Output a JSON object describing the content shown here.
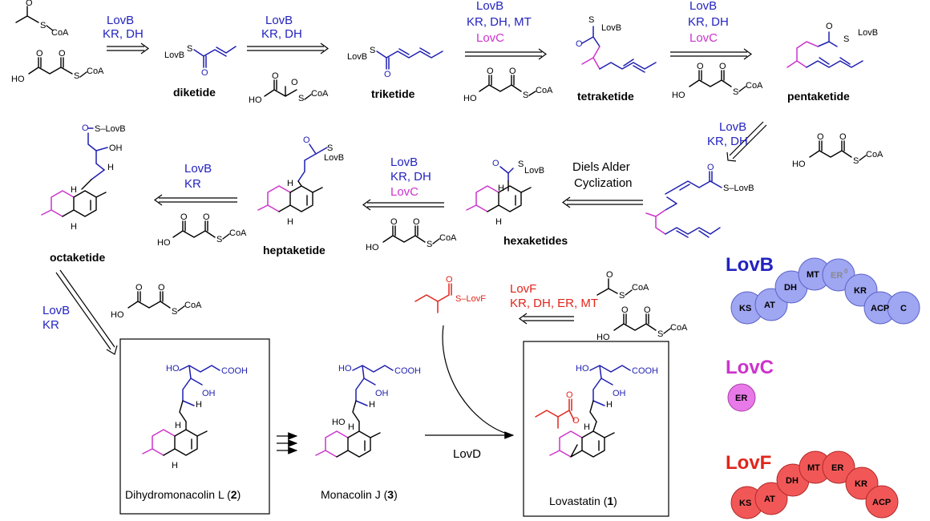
{
  "colors": {
    "lovb": "#2323c0",
    "lovc": "#cc33cc",
    "lovf": "#e0251b",
    "lovb_domain": "#9fa6f2",
    "lovc_domain": "#e879e8",
    "lovf_domain": "#f25757"
  },
  "atoms": {
    "coa": "CoA",
    "s": "S",
    "ho": "HO",
    "o": "O",
    "oh": "OH",
    "h": "H",
    "lovb_tail": "LovB",
    "s_lovb": "S–LovB",
    "lovb_s": "LovB",
    "s_lovf": "S–LovF",
    "cooh": "COOH"
  },
  "intermediates": {
    "diketide": "diketide",
    "triketide": "triketide",
    "tetraketide": "tetraketide",
    "pentaketide": "pentaketide",
    "hexaketides": "hexaketides",
    "heptaketide": "heptaketide",
    "octaketide": "octaketide"
  },
  "steps": {
    "s1": [
      "LovB",
      "KR, DH"
    ],
    "s2": [
      "LovB",
      "KR, DH"
    ],
    "s3": [
      "LovB",
      "KR, DH, MT"
    ],
    "s3c": "LovC",
    "s4": [
      "LovB",
      "KR, DH"
    ],
    "s4c": "LovC",
    "s5": [
      "LovB",
      "KR, DH"
    ],
    "diels_alder": [
      "Diels Alder",
      "Cyclization"
    ],
    "s7": [
      "LovB",
      "KR, DH"
    ],
    "s7c": "LovC",
    "s8": [
      "LovB",
      "KR"
    ],
    "s9": [
      "LovB",
      "KR"
    ],
    "lovf": [
      "LovF",
      "KR, DH, ER, MT"
    ],
    "lovd": "LovD"
  },
  "compounds": {
    "c2_name": "Dihydromonacolin L (",
    "c2_num": "2",
    "c3_name": "Monacolin J (",
    "c3_num": "3",
    "c1_name": "Lovastatin (",
    "c1_num": "1",
    "close": ")"
  },
  "enzymes": {
    "lovb": {
      "title": "LovB",
      "domains": [
        "KS",
        "AT",
        "DH",
        "MT",
        "ER",
        "KR",
        "ACP",
        "C"
      ],
      "er_superscript": "0"
    },
    "lovc": {
      "title": "LovC",
      "domains": [
        "ER"
      ]
    },
    "lovf": {
      "title": "LovF",
      "domains": [
        "KS",
        "AT",
        "DH",
        "MT",
        "ER",
        "KR",
        "ACP"
      ]
    }
  }
}
